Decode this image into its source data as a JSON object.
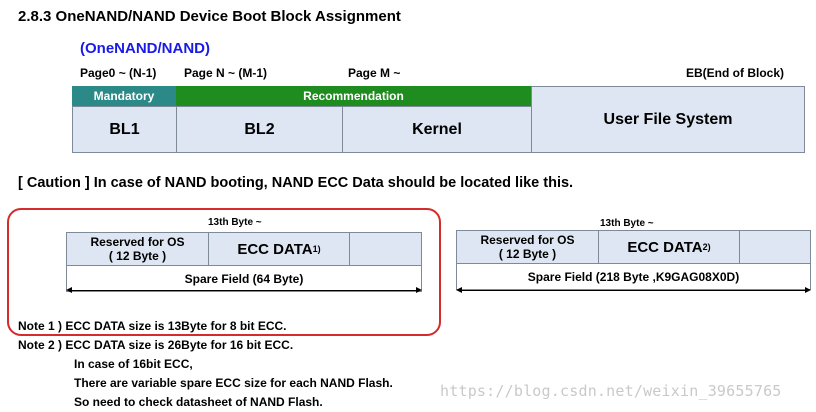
{
  "section_title": "2.8.3 OneNAND/NAND Device Boot Block Assignment",
  "subtitle": "(OneNAND/NAND)",
  "page_labels": {
    "page0": "Page0 ~ (N-1)",
    "pageN": "Page N ~ (M-1)",
    "pageM": "Page M ~",
    "eb": "EB(End of  Block)"
  },
  "headers": {
    "mandatory": "Mandatory",
    "recommendation": "Recommendation"
  },
  "blocks": {
    "bl1": "BL1",
    "bl2": "BL2",
    "kernel": "Kernel",
    "ufs": "User File System"
  },
  "caution": "[ Caution ] In case of NAND booting, NAND ECC Data should be located like this.",
  "left_diagram": {
    "byte_label": "13th Byte ~",
    "reserved_line1": "Reserved for OS",
    "reserved_line2": "( 12 Byte )",
    "ecc_label": "ECC DATA",
    "ecc_sup": "1)",
    "spare": "Spare Field (64 Byte)"
  },
  "right_diagram": {
    "byte_label": "13th Byte ~",
    "reserved_line1": "Reserved for OS",
    "reserved_line2": "( 12 Byte )",
    "ecc_label": "ECC DATA",
    "ecc_sup": "2)",
    "spare": "Spare Field (218 Byte ,K9GAG08X0D)"
  },
  "notes": {
    "note1": "Note 1 )  ECC DATA size is 13Byte for 8 bit ECC.",
    "note2": "Note 2 )  ECC DATA size is 26Byte for 16 bit ECC.",
    "line3": "In case of 16bit ECC,",
    "line4": "There are variable spare ECC size for each NAND Flash.",
    "line5": "So need to check datasheet of NAND Flash."
  },
  "watermark": "https://blog.csdn.net/weixin_39655765",
  "colors": {
    "subtitle": "#1a1ae6",
    "mandatory_header": "#2b8a88",
    "recommendation_header": "#1f8c1f",
    "cell_fill": "#dde6f2",
    "highlight_border": "#d62b2b"
  }
}
